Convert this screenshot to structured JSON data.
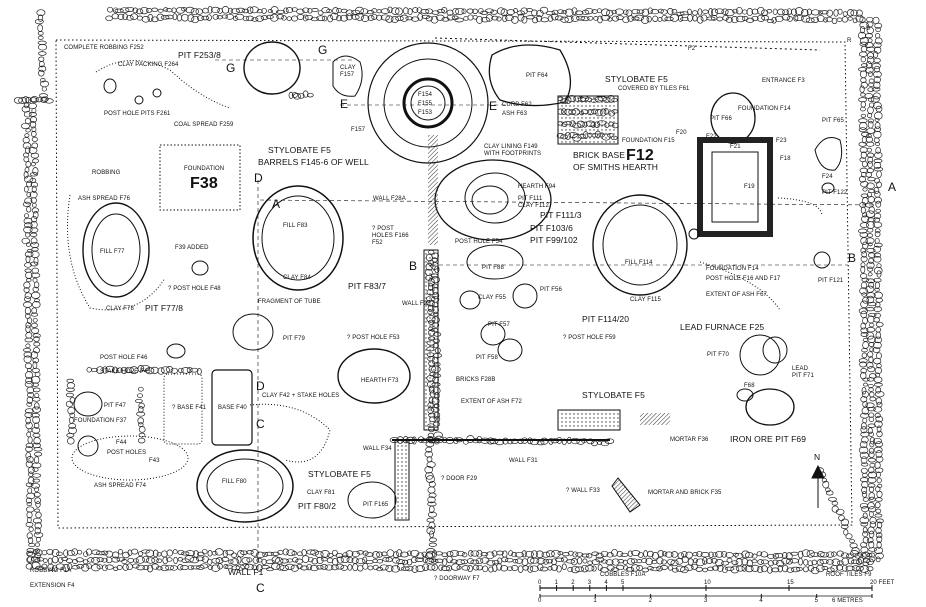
{
  "labels": {
    "complete_robbing": "COMPLETE ROBBING F252",
    "pit_f253": "PIT F253/8",
    "clay_packing": "CLAY PACKING F264",
    "post_hole_pits": "POST HOLE PITS F261",
    "coal_spread": "COAL SPREAD F259",
    "clay_f157": "CLAY F157",
    "f157": "F157",
    "stylobate_nw": "STYLOBATE F5",
    "barrels": "BARRELS F145-6 OF WELL",
    "f154": "F154",
    "f155": "F155",
    "f153": "F153",
    "pit_f64": "PIT F64",
    "curb": "CURB F62",
    "ash_f63": "ASH F63",
    "clay_lining": "CLAY LINING F149 WITH FOOTPRINTS",
    "stylobate_n": "STYLOBATE F5",
    "covered_tiles": "COVERED BY TILES F61",
    "f2": "F2",
    "entrance": "ENTRANCE F3",
    "foundation_f14_top": "FOUNDATION F14",
    "foundation_f15": "FOUNDATION F15",
    "pit_f66": "PIT F66",
    "f20": "F20",
    "f22": "F22",
    "f21": "F21",
    "f23": "F23",
    "f18": "F18",
    "pit_f65": "PIT F65",
    "f24": "F24",
    "pit_f122": "PIT F122",
    "brick_base": "BRICK BASE",
    "f12": "F12",
    "smiths_hearth": "OF SMITHS HEARTH",
    "f19": "F19",
    "hearth_f94": "HEARTH F94",
    "pit_f111": "PIT F111",
    "clay_f112": "CLAY F112",
    "pit_f111_3": "PIT F111/3",
    "pit_f103": "PIT F103/6",
    "pit_f99": "PIT F99/102",
    "robbing": "ROBBING",
    "foundation_f38": "FOUNDATION",
    "f38": "F38",
    "ash_spread_f76": "ASH SPREAD F76",
    "fill_f77": "FILL F77",
    "clay_f78": "CLAY F78",
    "pit_f77": "PIT F77/8",
    "f39_added": "F39 ADDED",
    "post_hole_f48": "? POST HOLE F48",
    "fill_f83": "FILL F83",
    "clay_f84": "CLAY F84",
    "pit_f83": "PIT F83/7",
    "fragment_tube": "FRAGMENT OF TUBE",
    "wall_f28a": "WALL F28A",
    "post_holes_f166": "? POST HOLES F166 F52",
    "post_hole_f54": "POST HOLE F54",
    "pit_f88": "PIT F88",
    "clay_f55": "CLAY F55",
    "pit_f56": "PIT F56",
    "wall_f28": "WALL F28",
    "pit_f57": "PIT F57",
    "pit_f58": "PIT F58",
    "fill_f114": "FILL F114",
    "clay_f115": "CLAY F115",
    "foundation_f14_mid": "FOUNDATION F14",
    "post_hole_f16": "POST HOLE F16 AND F17",
    "extent_ash_f67": "EXTENT OF ASH F67",
    "pit_f121": "PIT F121",
    "pit_f114": "PIT F114/20",
    "post_hole_f59": "? POST HOLE F59",
    "pit_f79": "PIT F79",
    "post_hole_f53": "? POST HOLE F53",
    "lead_furnace": "LEAD FURNACE F25",
    "pit_f70": "PIT F70",
    "lead_pit_f71": "LEAD PIT F71",
    "f68": "F68",
    "post_hole_f46": "POST HOLE F46",
    "stake_hole_f45": "STAKE HOLE F45",
    "pit_f47": "PIT F47",
    "base_f41": "? BASE F41",
    "base_f40": "BASE F40",
    "foundation_f37": "FOUNDATION F37",
    "f44": "F44",
    "post_holes": "POST HOLES",
    "f43": "F43",
    "hearth_f73": "HEARTH F73",
    "bricks_f28b": "BRICKS F28B",
    "extent_ash_f72": "EXTENT OF ASH F72",
    "stylobate_mid": "STYLOBATE F5",
    "clay_f42": "CLAY F42 + STAKE HOLES",
    "mortar_f36": "MORTAR F36",
    "iron_ore_pit": "IRON ORE PIT F69",
    "fill_f80": "FILL F80",
    "clay_f81": "CLAY F81",
    "pit_f80": "PIT F80/2",
    "stylobate_s": "STYLOBATE F5",
    "wall_f34": "WALL F34",
    "wall_f31": "WALL F31",
    "ash_spread_f74": "ASH SPREAD F74",
    "door_f29": "? DOOR F29",
    "wall_f33": "? WALL F33",
    "mortar_brick": "MORTAR AND BRICK F35",
    "pit_f165": "PIT F165",
    "robbing_f1a": "ROBBING F1A",
    "extension_f4": "EXTENSION F4",
    "wall_f1": "WALL F1",
    "doorway_f7": "? DOORWAY F7",
    "cobbles": "COBBLES F10A",
    "roof_tiles": "ROOF TILES F9",
    "north": "N"
  },
  "section_letters": {
    "G_left": "G",
    "G_right": "G",
    "E_left": "E",
    "E_right": "E",
    "D_upper": "D",
    "D_lower": "D",
    "A_left": "A",
    "A_right": "A",
    "B_left": "B",
    "B_right": "B",
    "C_upper": "C",
    "C_lower": "C"
  },
  "scale": {
    "feet_ticks": [
      "0",
      "1",
      "2",
      "3",
      "4",
      "5",
      "10",
      "15",
      "20 FEET"
    ],
    "metre_ticks": [
      "0",
      "1",
      "2",
      "3",
      "4",
      "5",
      "6 METRES"
    ]
  },
  "map_markers": {
    "s_marker": "S",
    "r_marker": "R"
  }
}
